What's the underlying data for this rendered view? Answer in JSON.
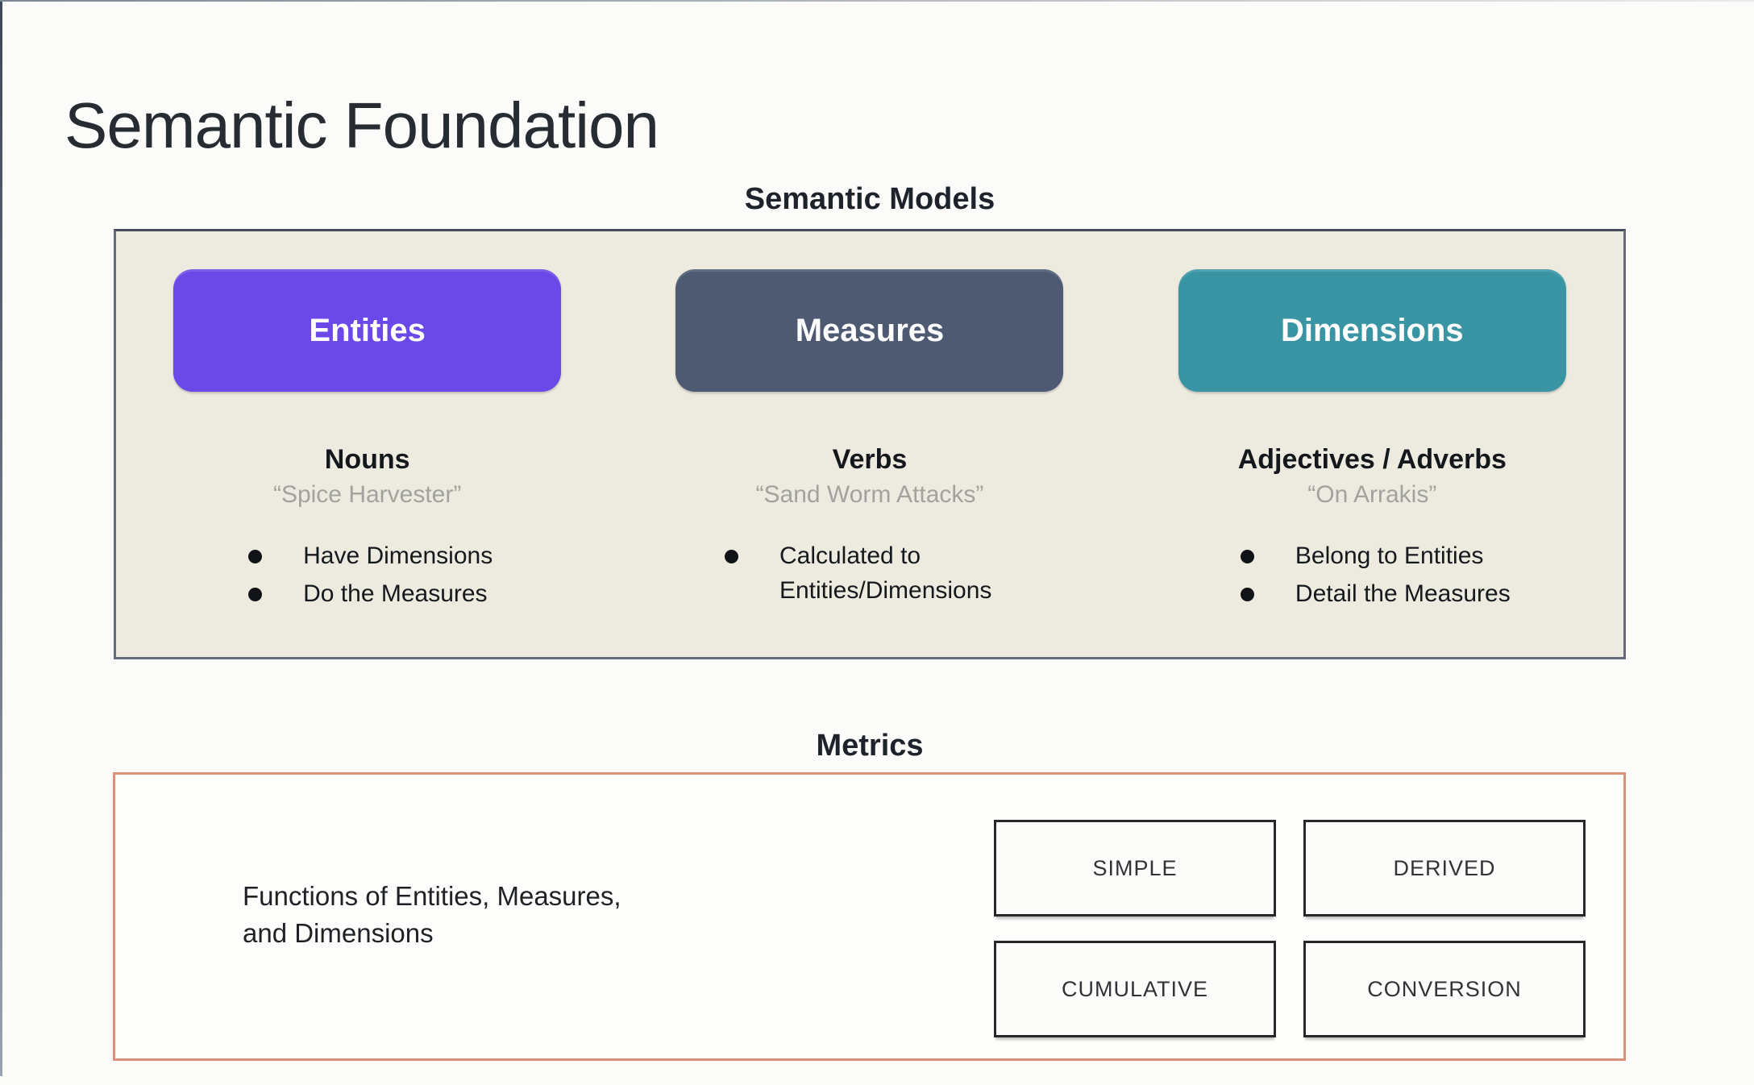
{
  "page": {
    "title": "Semantic Foundation"
  },
  "semantic_models": {
    "heading": "Semantic Models",
    "columns": [
      {
        "pill": "Entities",
        "pill_color": "#6a49e8",
        "role": "Nouns",
        "example": "“Spice Harvester”",
        "bullets": [
          "Have Dimensions",
          "Do the Measures"
        ]
      },
      {
        "pill": "Measures",
        "pill_color": "#4d5a71",
        "role": "Verbs",
        "example": "“Sand Worm Attacks”",
        "bullets": [
          "Calculated to Entities/Dimensions"
        ]
      },
      {
        "pill": "Dimensions",
        "pill_color": "#3995a4",
        "role": "Adjectives / Adverbs",
        "example": "“On Arrakis”",
        "bullets": [
          "Belong to Entities",
          "Detail the Measures"
        ]
      }
    ]
  },
  "metrics": {
    "heading": "Metrics",
    "description": "Functions of Entities, Measures,\nand Dimensions",
    "types": [
      "SIMPLE",
      "DERIVED",
      "CUMULATIVE",
      "CONVERSION"
    ]
  },
  "colors": {
    "entities_pill": "#6a49e8",
    "measures_pill": "#4d5a71",
    "dimensions_pill": "#3995a4",
    "models_panel_bg": "#edebdf",
    "models_panel_border": "#646c7c",
    "metrics_panel_border": "#dd9078",
    "pill_text": "#ffffff",
    "example_text": "#a2a39e"
  }
}
